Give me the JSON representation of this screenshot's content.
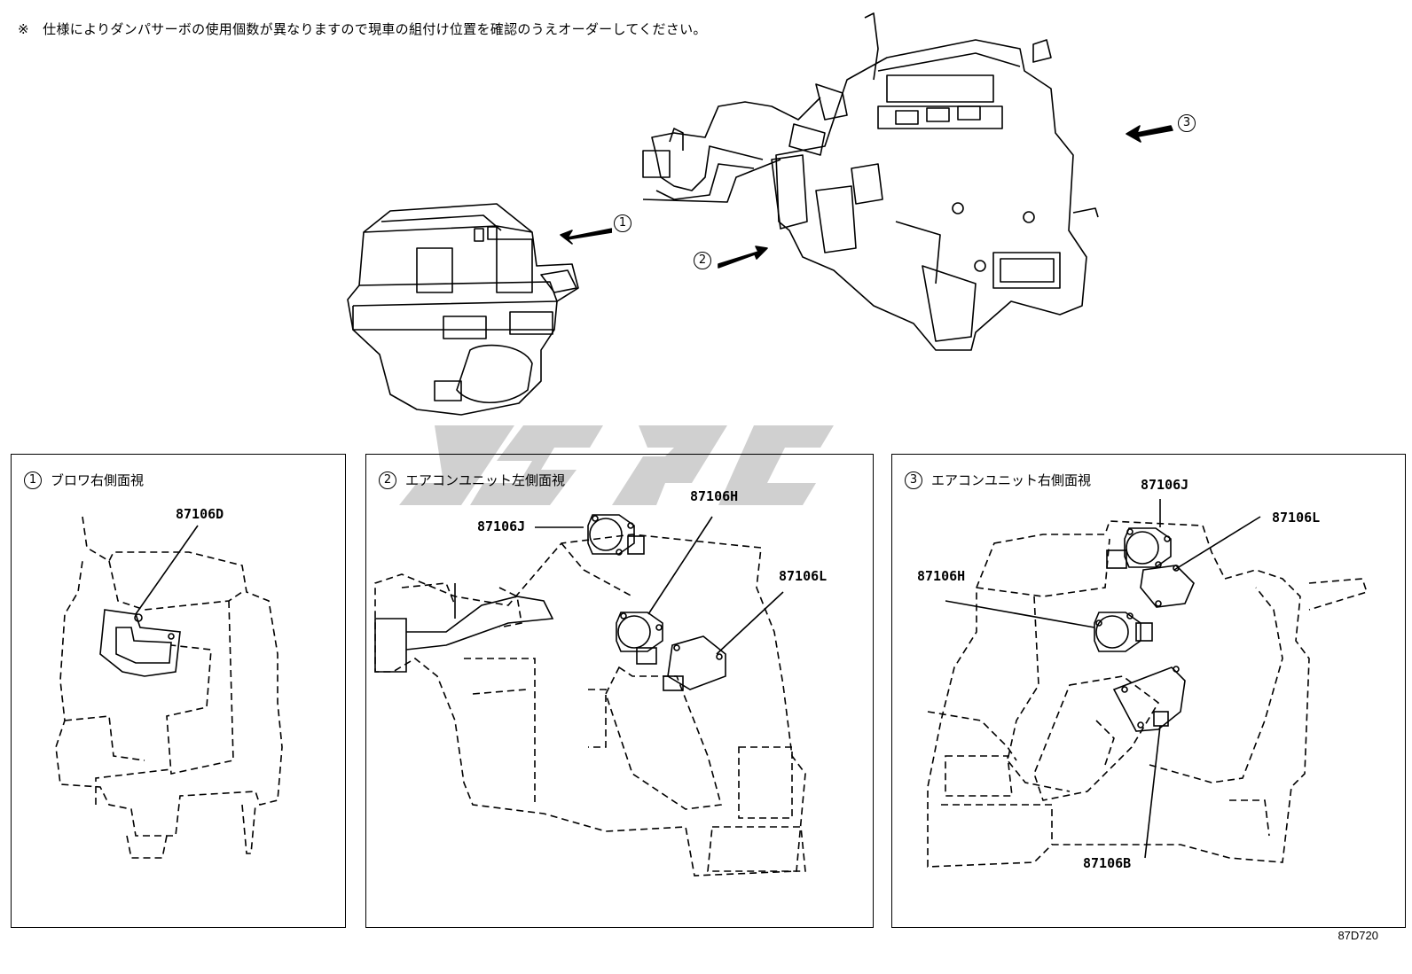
{
  "note": "※　仕様によりダンパサーボの使用個数が異なりますので現車の組付け位置を確認のうえオーダーしてください。",
  "callouts": [
    "1",
    "2",
    "3"
  ],
  "panels": [
    {
      "num": "1",
      "title": "ブロワ右側面視",
      "parts": [
        "87106D"
      ]
    },
    {
      "num": "2",
      "title": "エアコンユニット左側面視",
      "parts": [
        "87106J",
        "87106H",
        "87106L"
      ]
    },
    {
      "num": "3",
      "title": "エアコンユニット右側面視",
      "parts": [
        "87106J",
        "87106L",
        "87106H",
        "87106B"
      ]
    }
  ],
  "code": "87D720"
}
